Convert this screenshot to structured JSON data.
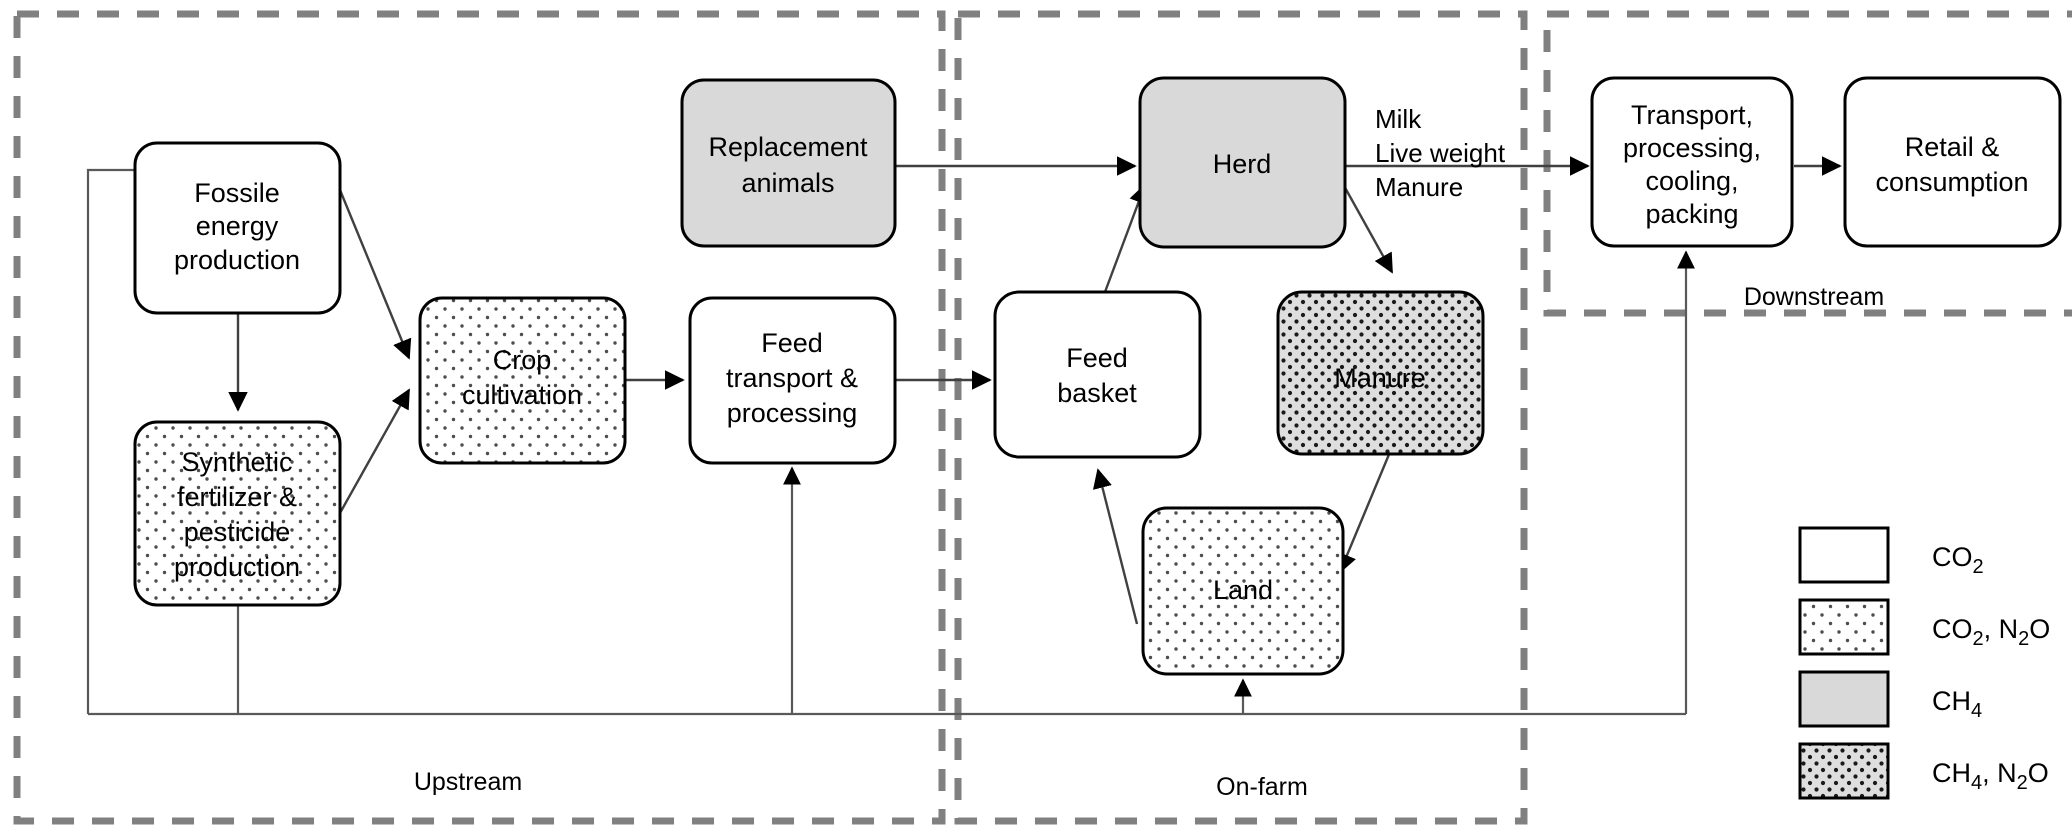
{
  "diagram": {
    "title": "Dairy supply chain greenhouse gas system boundary diagram",
    "zones": [
      {
        "id": "upstream",
        "label": "Upstream"
      },
      {
        "id": "onfarm",
        "label": "On-farm"
      },
      {
        "id": "downstream",
        "label": "Downstream"
      }
    ],
    "nodes": [
      {
        "id": "fossil-energy-production",
        "lines": [
          "Fossile",
          "energy",
          "production"
        ],
        "fill": "white",
        "zone": "upstream"
      },
      {
        "id": "synthetic-fertilizer-pesticide-production",
        "lines": [
          "Synthetic",
          "fertilizer &",
          "pesticide",
          "production"
        ],
        "fill": "dot-white",
        "zone": "upstream"
      },
      {
        "id": "crop-cultivation",
        "lines": [
          "Crop",
          "cultivation"
        ],
        "fill": "dot-white",
        "zone": "upstream"
      },
      {
        "id": "feed-transport-processing",
        "lines": [
          "Feed",
          "transport &",
          "processing"
        ],
        "fill": "white",
        "zone": "upstream"
      },
      {
        "id": "replacement-animals",
        "lines": [
          "Replacement",
          "animals"
        ],
        "fill": "gray",
        "zone": "upstream"
      },
      {
        "id": "feed-basket",
        "lines": [
          "Feed",
          "basket"
        ],
        "fill": "white",
        "zone": "onfarm"
      },
      {
        "id": "herd",
        "lines": [
          "Herd"
        ],
        "fill": "gray",
        "zone": "onfarm"
      },
      {
        "id": "manure",
        "lines": [
          "Manure"
        ],
        "fill": "dot-gray",
        "zone": "onfarm"
      },
      {
        "id": "land",
        "lines": [
          "Land"
        ],
        "fill": "dot-white",
        "zone": "onfarm"
      },
      {
        "id": "transport-processing-cooling-packing",
        "lines": [
          "Transport,",
          "processing,",
          "cooling,",
          "packing"
        ],
        "fill": "white",
        "zone": "downstream"
      },
      {
        "id": "retail-consumption",
        "lines": [
          "Retail &",
          "consumption"
        ],
        "fill": "white",
        "zone": "downstream"
      }
    ],
    "flow_labels": [
      {
        "id": "herd-output-milk",
        "text": "Milk"
      },
      {
        "id": "herd-output-live-weight",
        "text": "Live weight"
      },
      {
        "id": "herd-output-manure",
        "text": "Manure"
      }
    ],
    "legend": {
      "items": [
        {
          "id": "legend-co2",
          "swatch": "white",
          "main": "CO",
          "sub": "2",
          "tail": "",
          "label": "CO2"
        },
        {
          "id": "legend-co2-n2o",
          "swatch": "dot-white",
          "main": "CO",
          "sub": "2",
          "tail": ", N2O",
          "label": "CO2, N2O"
        },
        {
          "id": "legend-ch4",
          "swatch": "gray",
          "main": "CH",
          "sub": "4",
          "tail": "",
          "label": "CH4"
        },
        {
          "id": "legend-ch4-n2o",
          "swatch": "dot-gray",
          "main": "CH",
          "sub": "4",
          "tail": ", N2O",
          "label": "CH4, N2O"
        }
      ]
    },
    "colors": {
      "zone_border": "#808080",
      "node_border": "#000000",
      "gray_fill": "#d9d9d9",
      "white_fill": "#ffffff",
      "connector": "#404040"
    }
  }
}
